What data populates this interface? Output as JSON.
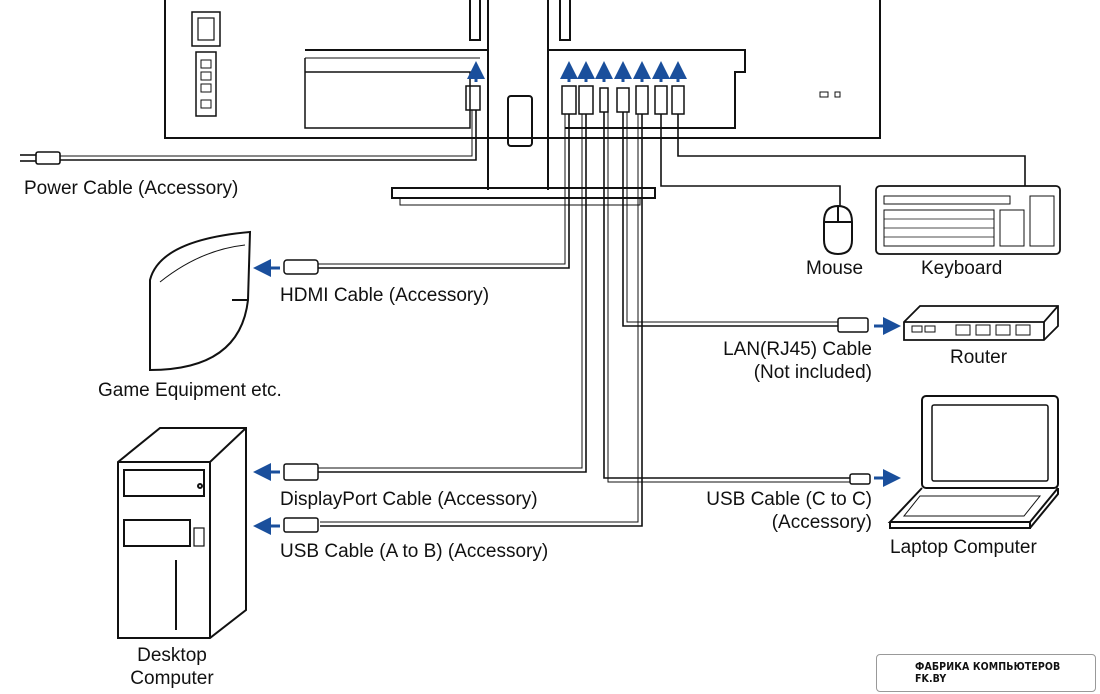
{
  "labels": {
    "power_cable": "Power Cable (Accessory)",
    "hdmi_cable": "HDMI Cable (Accessory)",
    "game_equipment": "Game Equipment etc.",
    "displayport_cable": "DisplayPort Cable (Accessory)",
    "usb_ab_cable": "USB Cable (A to B) (Accessory)",
    "desktop_line1": "Desktop",
    "desktop_line2": "Computer",
    "mouse": "Mouse",
    "keyboard": "Keyboard",
    "lan_line1": "LAN(RJ45) Cable",
    "lan_line2": "(Not included)",
    "router": "Router",
    "usb_cc_line1": "USB Cable (C to C)",
    "usb_cc_line2": "(Accessory)",
    "laptop": "Laptop Computer"
  },
  "watermark": {
    "text": "ФАБРИКА КОМПЬЮТЕРОВ FK.BY"
  },
  "colors": {
    "arrow": "#1a4f9c",
    "line": "#111111"
  }
}
